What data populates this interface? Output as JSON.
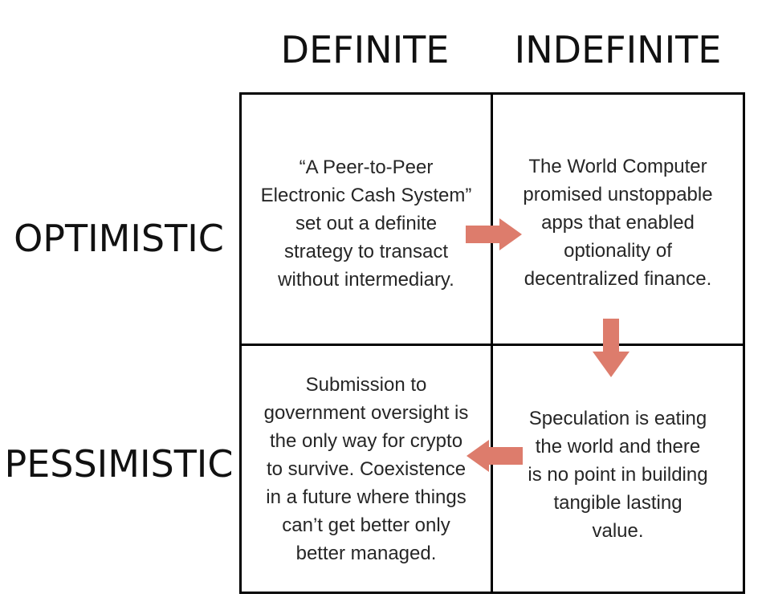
{
  "title": "Definite vs Indefinite / Optimistic vs Pessimistic crypto 2x2 matrix",
  "colors": {
    "arrow": "#DD7C6C",
    "grid": "#000000",
    "body_text": "#262626",
    "label_text": "#111111",
    "background": "#ffffff"
  },
  "matrix": {
    "column_headers": [
      {
        "label": "DEFINITE"
      },
      {
        "label": "INDEFINITE"
      }
    ],
    "row_headers": [
      {
        "label": "OPTIMISTIC"
      },
      {
        "label": "PESSIMISTIC"
      }
    ],
    "quadrants": {
      "definite_optimistic": "“A Peer-to-Peer\nElectronic Cash System”\nset out a definite\nstrategy to transact\nwithout intermediary.",
      "indefinite_optimistic": "The World Computer\npromised unstoppable\napps that enabled\noptionality of\ndecentralized finance.",
      "definite_pessimistic": "Submission to\ngovernment oversight is\nthe only way for crypto\nto survive. Coexistence\nin a future where things\ncan’t get better only\nbetter managed.",
      "indefinite_pessimistic": "Speculation is eating\nthe world and there\nis no point in building\ntangible lasting\nvalue."
    },
    "arrows": [
      {
        "name": "arrow-right",
        "from": "definite_optimistic",
        "to": "indefinite_optimistic"
      },
      {
        "name": "arrow-down",
        "from": "indefinite_optimistic",
        "to": "indefinite_pessimistic"
      },
      {
        "name": "arrow-left",
        "from": "indefinite_pessimistic",
        "to": "definite_pessimistic"
      }
    ]
  }
}
